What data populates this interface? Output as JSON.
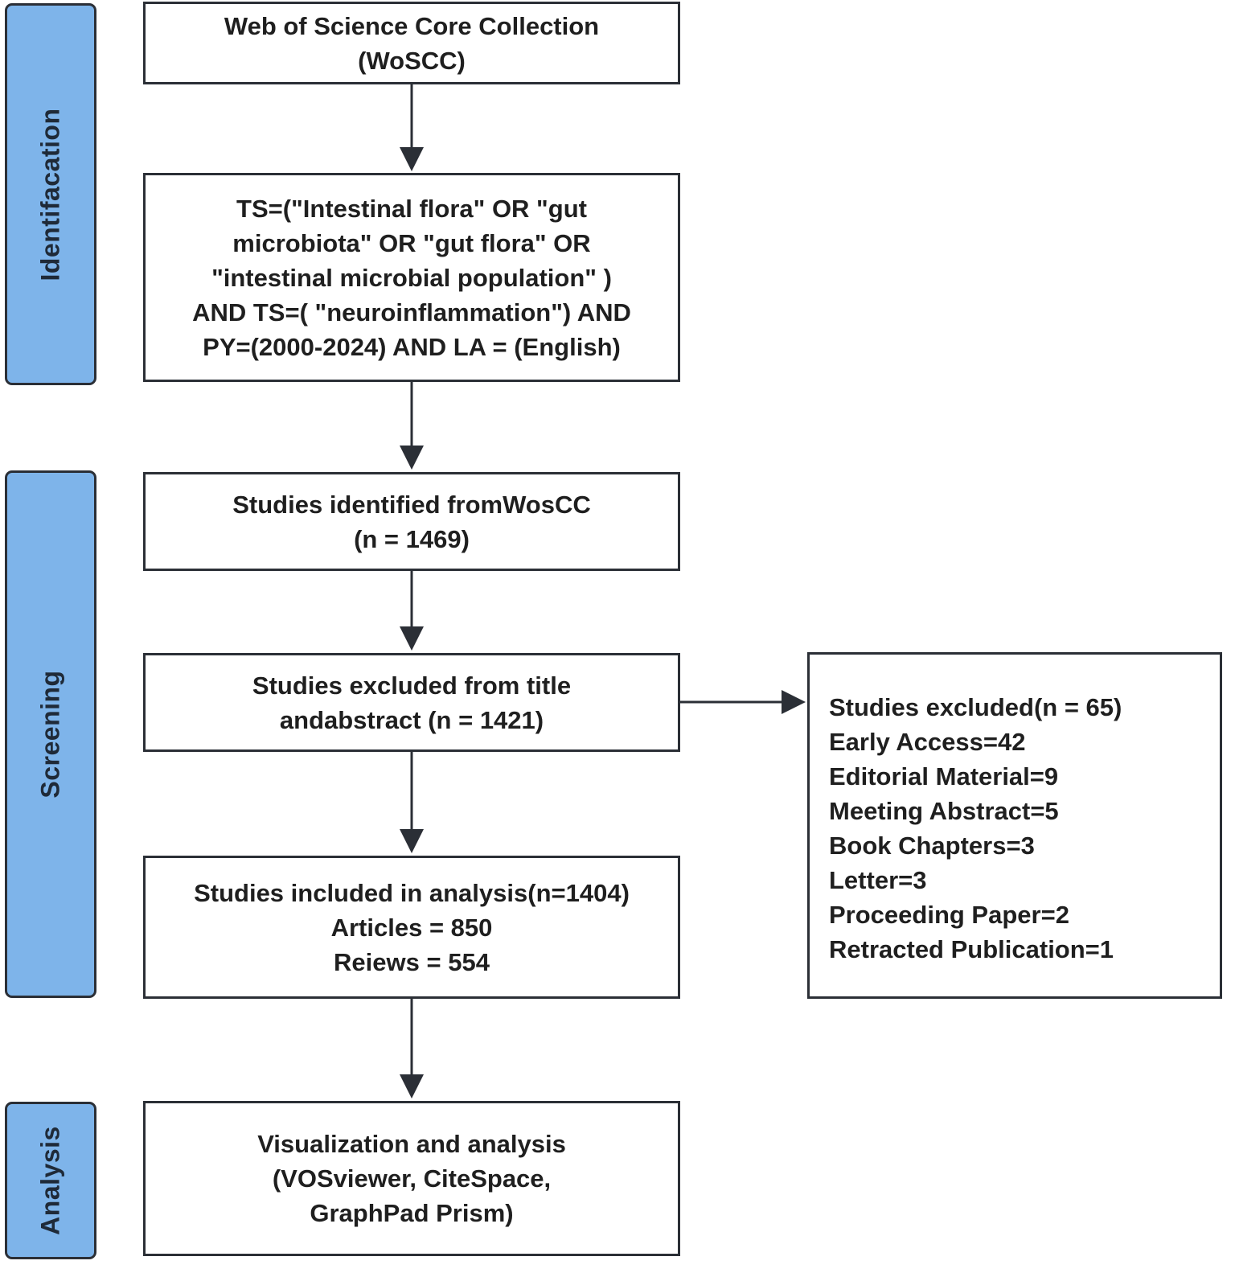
{
  "phases": [
    {
      "id": "identification",
      "label": "Identifacation"
    },
    {
      "id": "screening",
      "label": "Screening"
    },
    {
      "id": "analysis",
      "label": "Analysis"
    }
  ],
  "boxes": {
    "database": {
      "lines": [
        "Web of Science Core Collection",
        "(WoSCC)"
      ]
    },
    "query": {
      "lines": [
        "TS=(\"Intestinal flora\" OR \"gut",
        "microbiota\" OR \"gut flora\" OR",
        "\"intestinal microbial population\" )",
        "AND TS=( \"neuroinflammation\") AND",
        "PY=(2000-2024) AND LA = (English)"
      ]
    },
    "identified": {
      "lines": [
        "Studies identified fromWosCC",
        "(n = 1469)"
      ]
    },
    "excluded_title_abstract": {
      "lines": [
        "Studies excluded from title",
        "andabstract (n = 1421)"
      ]
    },
    "included": {
      "lines": [
        "Studies included in analysis(n=1404)",
        "Articles = 850",
        "Reiews = 554"
      ]
    },
    "visualization": {
      "lines": [
        "Visualization and analysis",
        "(VOSviewer, CiteSpace,",
        "GraphPad Prism)"
      ]
    },
    "excluded_types": {
      "lines": [
        "Studies excluded(n = 65)",
        "Early Access=42",
        "Editorial Material=9",
        "Meeting Abstract=5",
        "Book Chapters=3",
        "Letter=3",
        "Proceeding Paper=2",
        "Retracted Publication=1"
      ]
    }
  },
  "colors": {
    "phase_fill": "#7eb4ea",
    "border": "#2b2f36",
    "arrow": "#2b2f36"
  }
}
